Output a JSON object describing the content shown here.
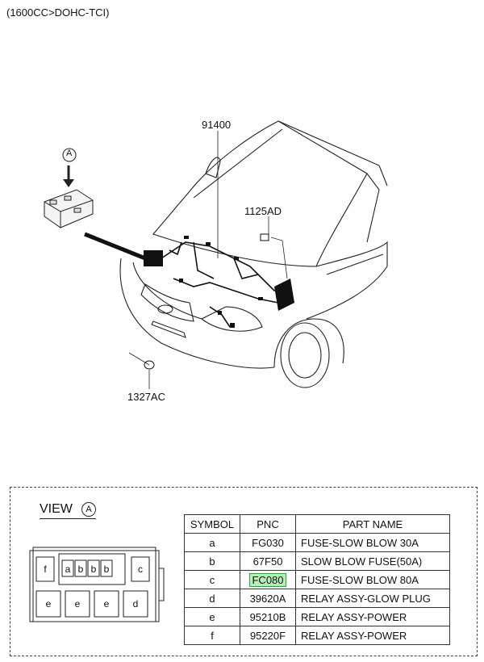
{
  "header": {
    "engine_note": "(1600CC>DOHC-TCI)"
  },
  "callouts": {
    "harness": "91400",
    "bolt": "1125AD",
    "grommet": "1327AC",
    "view_marker": "A"
  },
  "view": {
    "title": "VIEW",
    "marker": "A",
    "cells": [
      "f",
      "a",
      "b",
      "b",
      "b",
      "c",
      "e",
      "e",
      "e",
      "d"
    ]
  },
  "table": {
    "headers": [
      "SYMBOL",
      "PNC",
      "PART NAME"
    ],
    "rows": [
      {
        "symbol": "a",
        "pnc": "FG030",
        "name": "FUSE-SLOW BLOW 30A",
        "highlight": false
      },
      {
        "symbol": "b",
        "pnc": "67F50",
        "name": "SLOW BLOW FUSE(50A)",
        "highlight": false
      },
      {
        "symbol": "c",
        "pnc": "FC080",
        "name": "FUSE-SLOW BLOW 80A",
        "highlight": true
      },
      {
        "symbol": "d",
        "pnc": "39620A",
        "name": "RELAY ASSY-GLOW PLUG",
        "highlight": false
      },
      {
        "symbol": "e",
        "pnc": "95210B",
        "name": "RELAY ASSY-POWER",
        "highlight": false
      },
      {
        "symbol": "f",
        "pnc": "95220F",
        "name": "RELAY ASSY-POWER",
        "highlight": false
      }
    ]
  },
  "colors": {
    "highlight_fill": "#b7f0b7",
    "highlight_border": "#34a03a"
  }
}
